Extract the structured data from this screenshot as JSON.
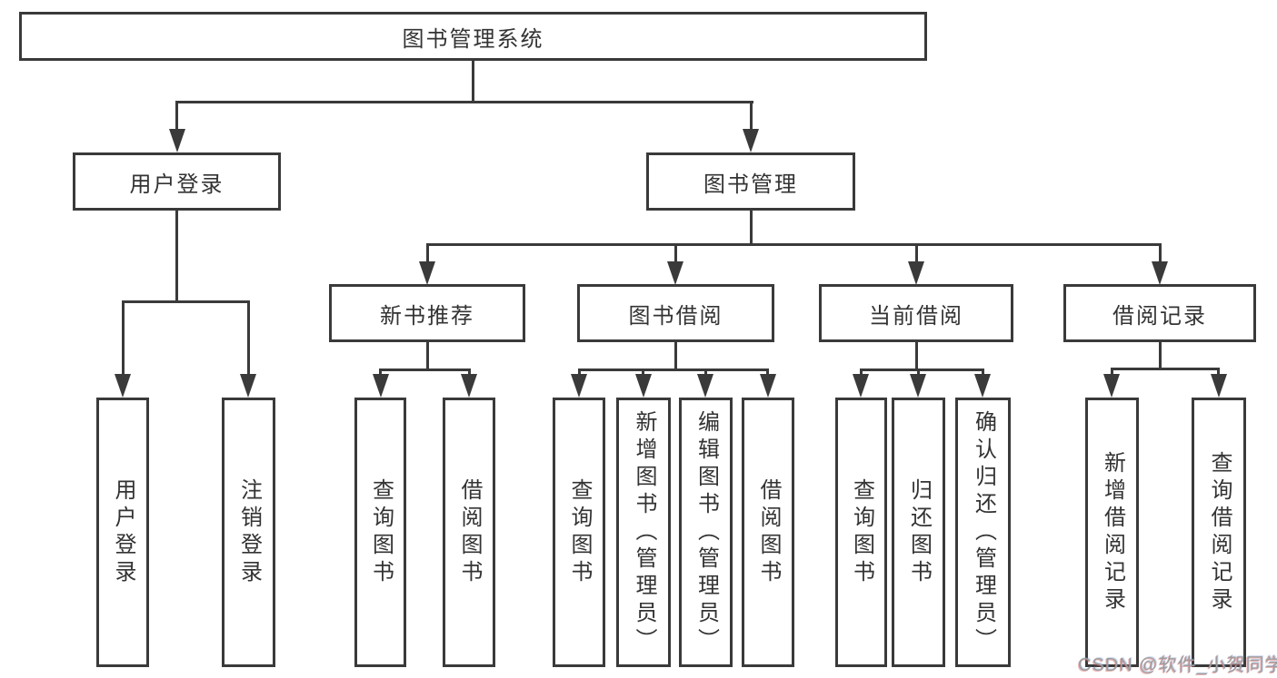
{
  "diagram": {
    "title": "图书管理系统",
    "level2": [
      {
        "label": "用户登录"
      },
      {
        "label": "图书管理"
      }
    ],
    "level3": [
      {
        "label": "新书推荐"
      },
      {
        "label": "图书借阅"
      },
      {
        "label": "当前借阅"
      },
      {
        "label": "借阅记录"
      }
    ],
    "leaves": {
      "user_login": [
        {
          "label": "用户登录"
        },
        {
          "label": "注销登录"
        }
      ],
      "new_book": [
        {
          "label": "查询图书"
        },
        {
          "label": "借阅图书"
        }
      ],
      "book_borrow": [
        {
          "label": "查询图书"
        },
        {
          "label": "新增图书（管理员）"
        },
        {
          "label": "编辑图书（管理员）"
        },
        {
          "label": "借阅图书"
        }
      ],
      "current_borrow": [
        {
          "label": "查询图书"
        },
        {
          "label": "归还图书"
        },
        {
          "label": "确认归还（管理员）"
        }
      ],
      "borrow_record": [
        {
          "label": "新增借阅记录"
        },
        {
          "label": "查询借阅记录"
        }
      ]
    }
  },
  "watermark": "CSDN @软件_小贺同学",
  "colors": {
    "line": "#3a3a3a",
    "text": "#333333",
    "watermark": "#9e9e9e"
  }
}
